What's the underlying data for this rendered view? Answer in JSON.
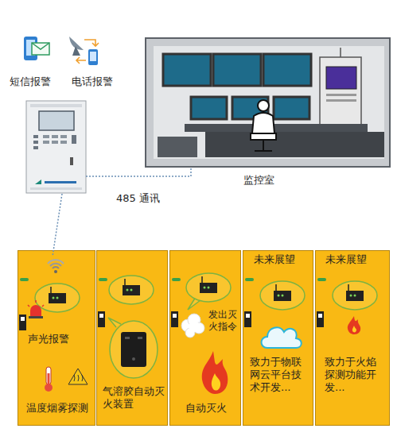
{
  "diagram": {
    "nodes": [
      {
        "text": [
          "声光报警",
          "温度烟雾探测"
        ]
      },
      {
        "text": [
          "气溶胶自动灭火装置"
        ]
      },
      {
        "text": [
          "发出灭火指令",
          "自动灭火"
        ]
      },
      {
        "text": [
          "未来展望",
          "致力于物联网云平台技术开发..."
        ]
      },
      {
        "text": [
          "未来展望",
          "致力于火焰探测功能开发..."
        ]
      }
    ],
    "labels": [
      "短信报警",
      "电话报警",
      "监控室",
      "485 通讯"
    ]
  }
}
